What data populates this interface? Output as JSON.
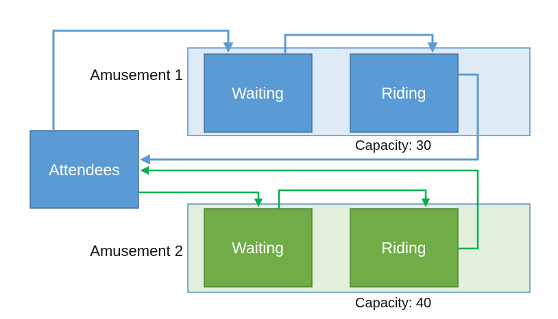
{
  "colors": {
    "blue_box": "#5b9bd5",
    "blue_border": "#41719c",
    "blue_panel": "#deebf7",
    "green_box": "#70ad47",
    "green_border": "#507e32",
    "green_panel": "#e2efda",
    "panel_border": "#5b8fc9",
    "blue_arrow": "#5b9bd5",
    "green_arrow": "#00b050"
  },
  "attendees": {
    "label": "Attendees"
  },
  "amusement1": {
    "label": "Amusement 1",
    "waiting_label": "Waiting",
    "riding_label": "Riding",
    "capacity_label": "Capacity: 30"
  },
  "amusement2": {
    "label": "Amusement 2",
    "waiting_label": "Waiting",
    "riding_label": "Riding",
    "capacity_label": "Capacity: 40"
  }
}
